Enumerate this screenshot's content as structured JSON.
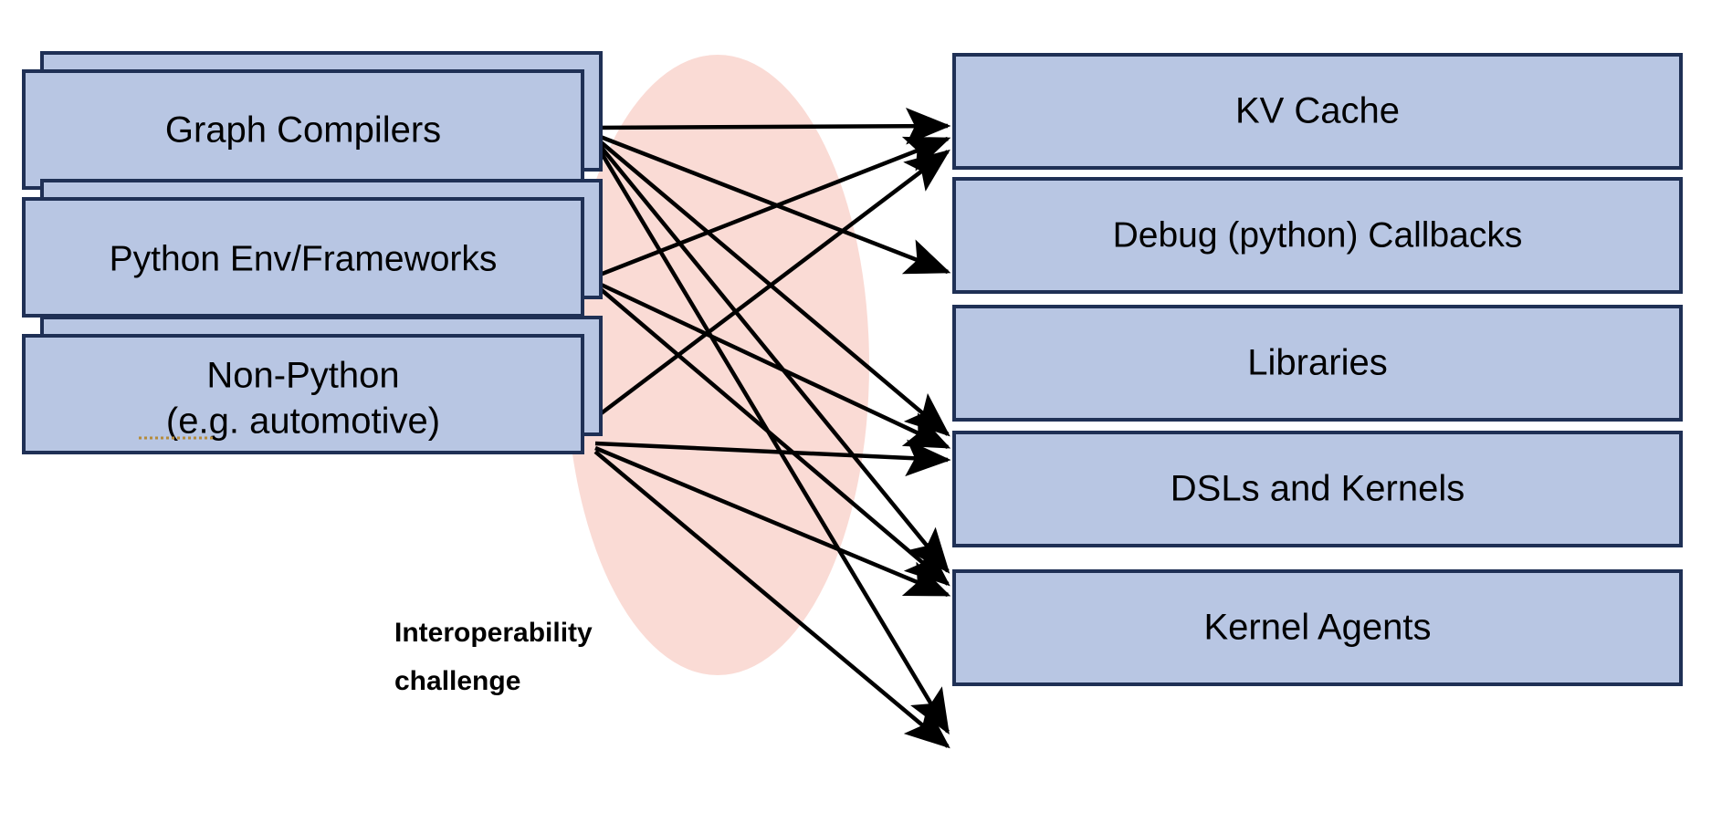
{
  "diagram": {
    "title": "Interoperability challenge diagram",
    "background_color": "#ffffff",
    "box_fill": "#b8c6e3",
    "box_stroke": "#1f3055",
    "edge_color": "#000000",
    "blob_color": "#fadbd5",
    "spellcheck_color": "#b58b3a"
  },
  "annotations": {
    "interop_line1": "Interoperability",
    "interop_line2": "challenge"
  },
  "left_nodes": [
    {
      "id": "graph-compilers",
      "label": "Graph Compilers",
      "stacked": true
    },
    {
      "id": "python-env-frameworks",
      "label": "Python Env/Frameworks",
      "stacked": true
    },
    {
      "id": "non-python",
      "label_line1": "Non-Python",
      "label_line2": "(e.g. automotive)",
      "stacked": true
    }
  ],
  "right_nodes": [
    {
      "id": "kv-cache",
      "label": "KV Cache"
    },
    {
      "id": "debug-python-callbacks",
      "label": "Debug (python) Callbacks"
    },
    {
      "id": "libraries",
      "label": "Libraries"
    },
    {
      "id": "dsls-and-kernels",
      "label": "DSLs and Kernels"
    },
    {
      "id": "kernel-agents",
      "label": "Kernel Agents"
    }
  ],
  "edges": [
    {
      "from": "graph-compilers",
      "to": "kv-cache"
    },
    {
      "from": "graph-compilers",
      "to": "debug-python-callbacks"
    },
    {
      "from": "graph-compilers",
      "to": "libraries"
    },
    {
      "from": "graph-compilers",
      "to": "dsls-and-kernels"
    },
    {
      "from": "graph-compilers",
      "to": "kernel-agents"
    },
    {
      "from": "python-env-frameworks",
      "to": "kv-cache"
    },
    {
      "from": "python-env-frameworks",
      "to": "libraries"
    },
    {
      "from": "python-env-frameworks",
      "to": "dsls-and-kernels"
    },
    {
      "from": "non-python",
      "to": "kv-cache"
    },
    {
      "from": "non-python",
      "to": "libraries"
    },
    {
      "from": "non-python",
      "to": "dsls-and-kernels"
    },
    {
      "from": "non-python",
      "to": "kernel-agents"
    }
  ]
}
